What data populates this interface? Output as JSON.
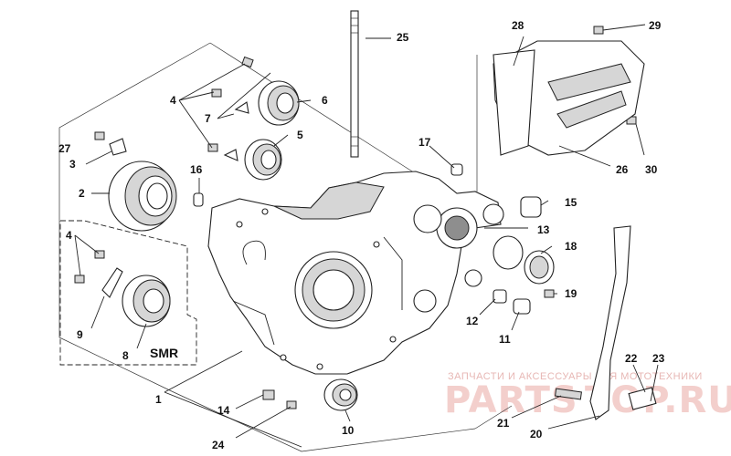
{
  "diagram": {
    "callouts": [
      "1",
      "2",
      "3",
      "4",
      "5",
      "6",
      "7",
      "8",
      "9",
      "10",
      "11",
      "12",
      "13",
      "14",
      "15",
      "16",
      "17",
      "18",
      "19",
      "20",
      "21",
      "22",
      "23",
      "24",
      "25",
      "26",
      "27",
      "28",
      "29",
      "30"
    ],
    "callout_4_secondary": "4",
    "group_label": "SMR"
  },
  "watermark": {
    "subtitle": "ЗАПЧАСТИ И АКСЕССУАРЫ ДЛЯ МОТОТЕХНИКИ",
    "brand_left": "PARTS",
    "brand_right": "TOP.RU"
  }
}
